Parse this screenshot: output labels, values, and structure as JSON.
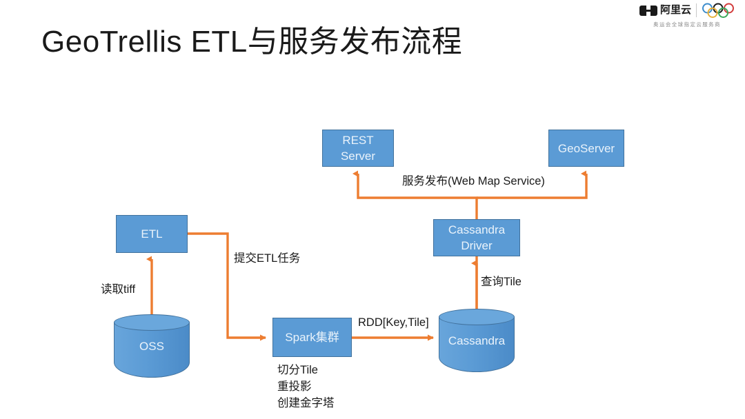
{
  "brand": {
    "logo_name": "alibaba-cloud-logo",
    "name": "阿里云",
    "tagline": "奥运会全球指定云服务商",
    "rings_icon": "olympic-rings-icon"
  },
  "title": "GeoTrellis ETL与服务发布流程",
  "theme": {
    "node_fill": "#5B9BD5",
    "node_border": "#41719C",
    "node_text": "#EAF3FB",
    "arrow": "#ED7D31",
    "background": "#FFFFFF",
    "text": "#1A1A1A"
  },
  "diagram": {
    "nodes": [
      {
        "id": "rest-server",
        "label": "REST\nServer",
        "shape": "rect"
      },
      {
        "id": "geoserver",
        "label": "GeoServer",
        "shape": "rect"
      },
      {
        "id": "etl",
        "label": "ETL",
        "shape": "rect"
      },
      {
        "id": "cassandra-driver",
        "label": "Cassandra\nDriver",
        "shape": "rect"
      },
      {
        "id": "spark",
        "label": "Spark集群",
        "shape": "rect"
      },
      {
        "id": "oss",
        "label": "OSS",
        "shape": "cylinder"
      },
      {
        "id": "cassandra",
        "label": "Cassandra",
        "shape": "cylinder"
      }
    ],
    "edge_labels": {
      "publish": "服务发布(Web Map Service)",
      "submit_etl": "提交ETL任务",
      "read_tiff": "读取tiff",
      "query_tile": "查询Tile",
      "rdd": "RDD[Key,Tile]"
    },
    "spark_notes": [
      "切分Tile",
      "重投影",
      "创建金字塔"
    ]
  }
}
